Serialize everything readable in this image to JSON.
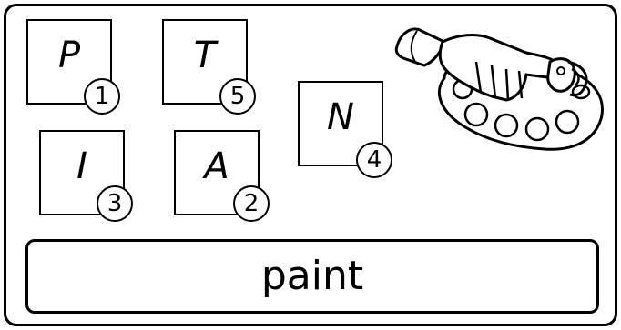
{
  "tiles": [
    {
      "letter": "P",
      "number": "1"
    },
    {
      "letter": "T",
      "number": "5"
    },
    {
      "letter": "N",
      "number": "4"
    },
    {
      "letter": "I",
      "number": "3"
    },
    {
      "letter": "A",
      "number": "2"
    }
  ],
  "answer": "paint",
  "illustration": "paint-palette-icon",
  "colors": {
    "ink": "#000000",
    "background": "#ffffff"
  }
}
